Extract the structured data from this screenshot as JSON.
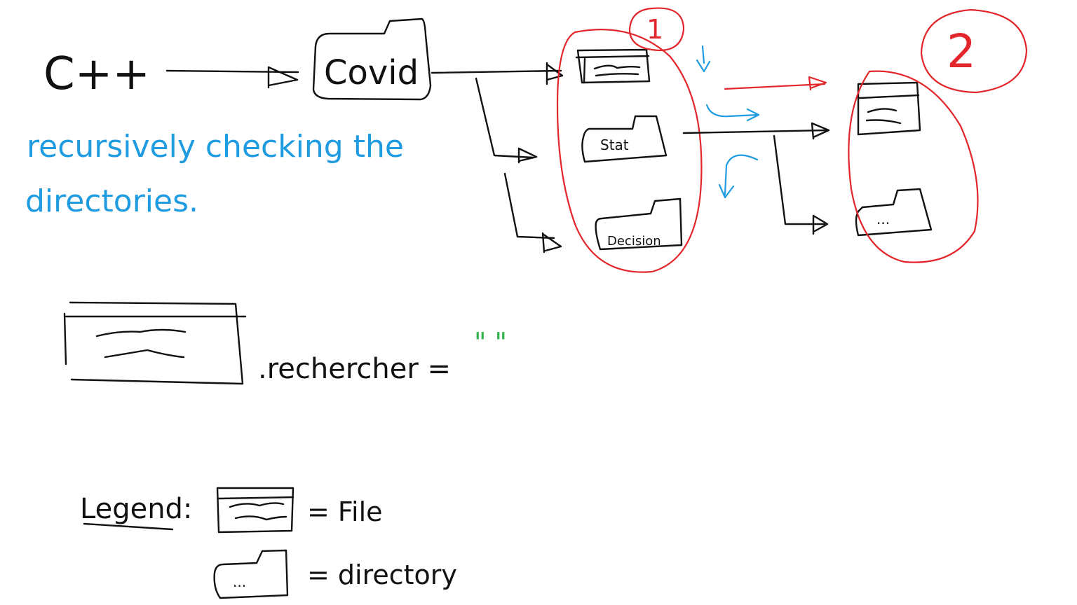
{
  "colors": {
    "ink": "#111111",
    "annotation_red": "#e3262b",
    "annotation_blue": "#1f9be0",
    "quote_green": "#2fb34a",
    "background": "#ffffff"
  },
  "source": {
    "label": "C++"
  },
  "root_directory": {
    "label": "Covid"
  },
  "level1": {
    "marker": "1",
    "items": [
      {
        "kind": "file",
        "label": ""
      },
      {
        "kind": "directory",
        "label": "Stat"
      },
      {
        "kind": "directory",
        "label": "Decision"
      }
    ]
  },
  "level2": {
    "marker": "2",
    "items": [
      {
        "kind": "file",
        "label": ""
      },
      {
        "kind": "directory",
        "label": "..."
      }
    ]
  },
  "note": {
    "line1": "recursively checking the",
    "line2": "directories."
  },
  "search_expression": {
    "text": ".rechercher =",
    "quote": "\"   \""
  },
  "legend": {
    "title": "Legend:",
    "file_label": "= File",
    "directory_icon_text": "...",
    "directory_label": "= directory"
  },
  "icons": [
    "arrow-right-icon",
    "file-icon",
    "folder-icon"
  ]
}
